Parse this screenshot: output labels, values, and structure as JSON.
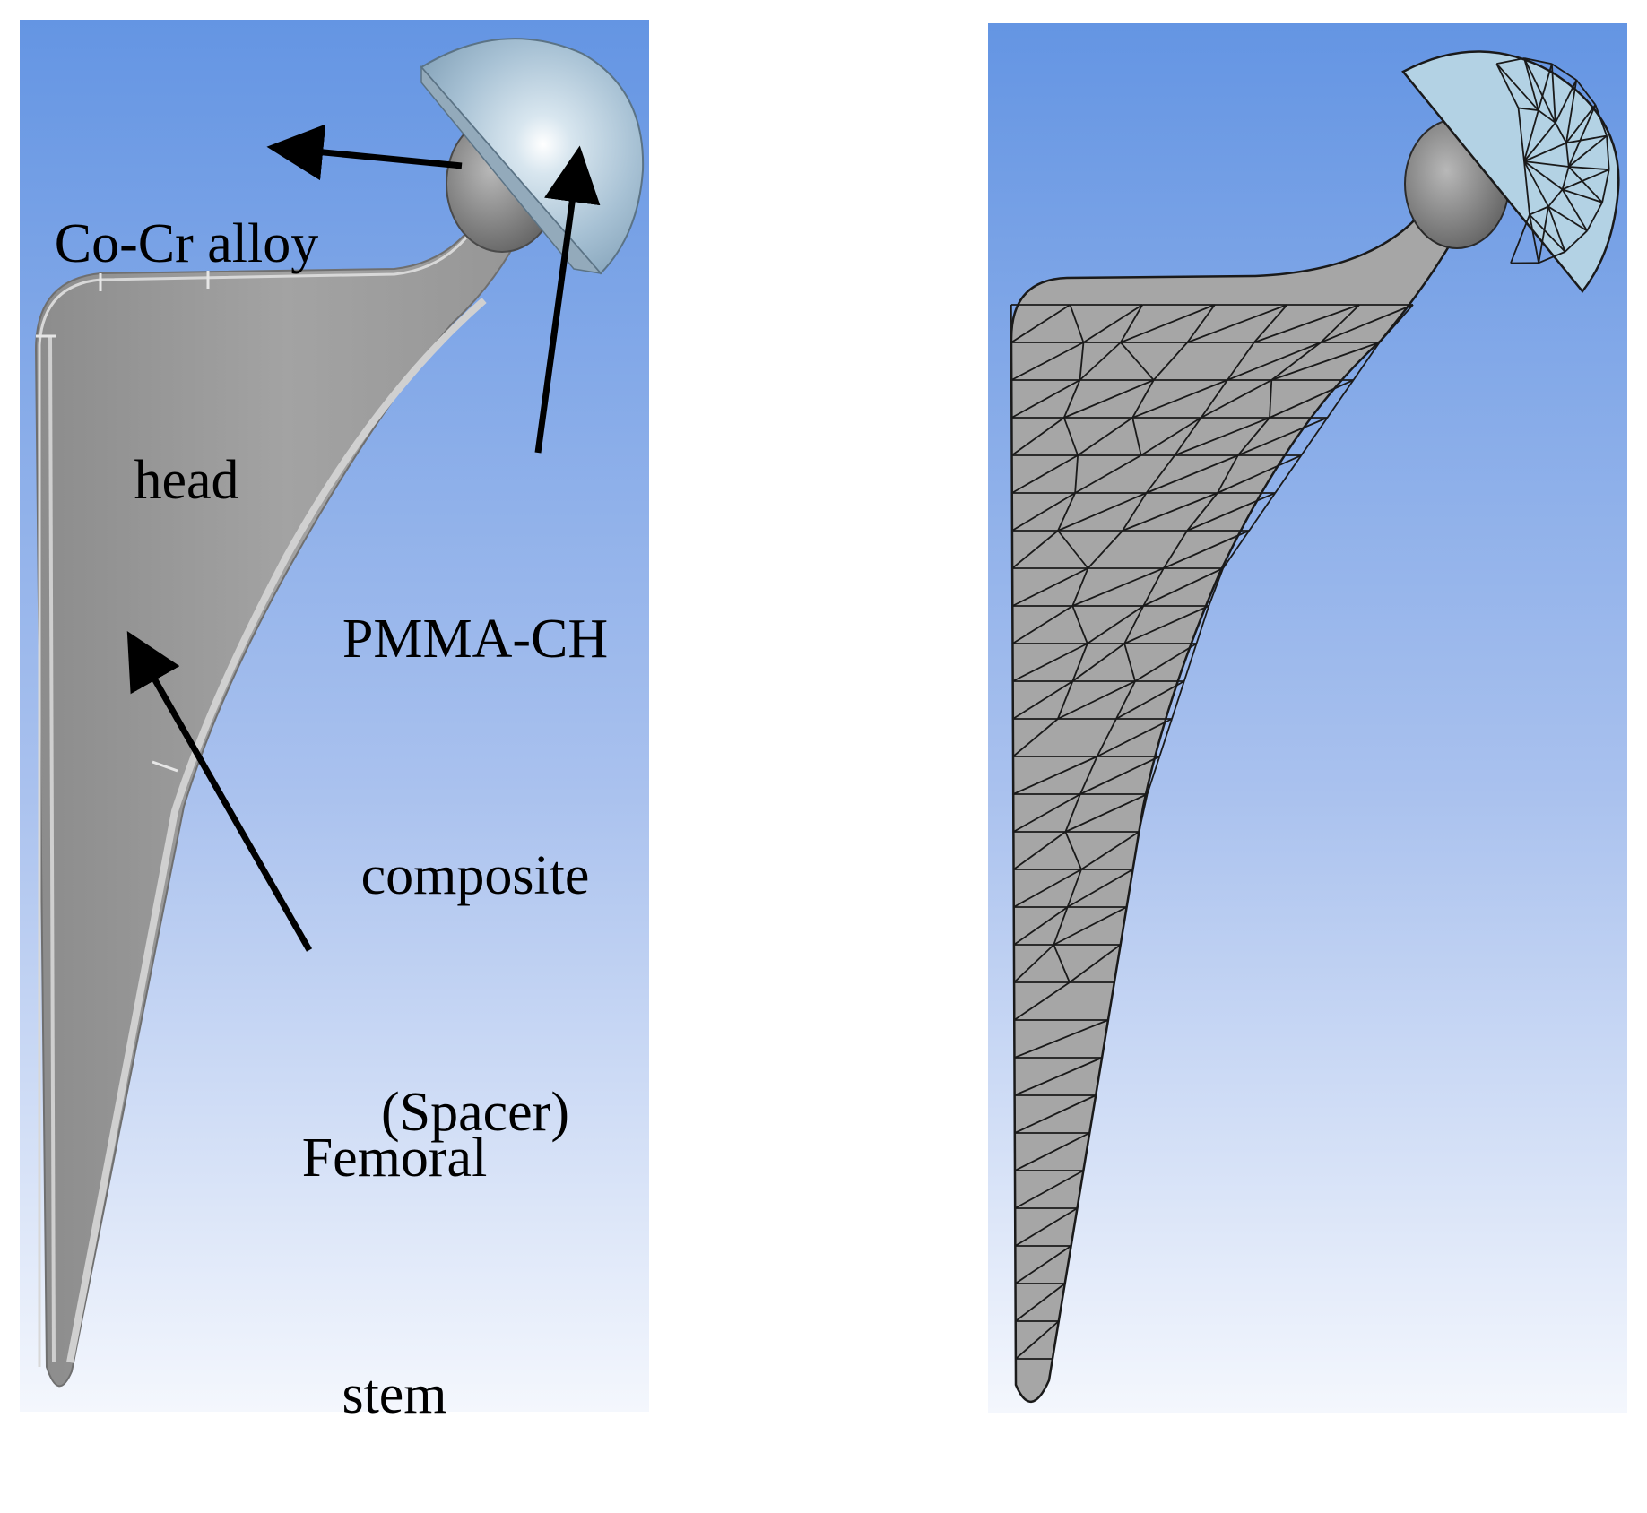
{
  "figure": {
    "left_panel": {
      "labels": {
        "head_line1": "Co-Cr alloy",
        "head_line2": "head",
        "spacer_line1": "PMMA-CH",
        "spacer_line2": "composite",
        "spacer_line3": "(Spacer)",
        "stem_line1": "Femoral",
        "stem_line2": "stem"
      }
    },
    "colors": {
      "background_top": "#6495e3",
      "background_bottom": "#f4f7fd",
      "stem_gray": "#9a9a9a",
      "stem_edge": "#c9c9c9",
      "spacer_blue": "#a8c3d6",
      "head_gray": "#8d8d8d",
      "mesh_line": "#1a1a1a"
    }
  }
}
